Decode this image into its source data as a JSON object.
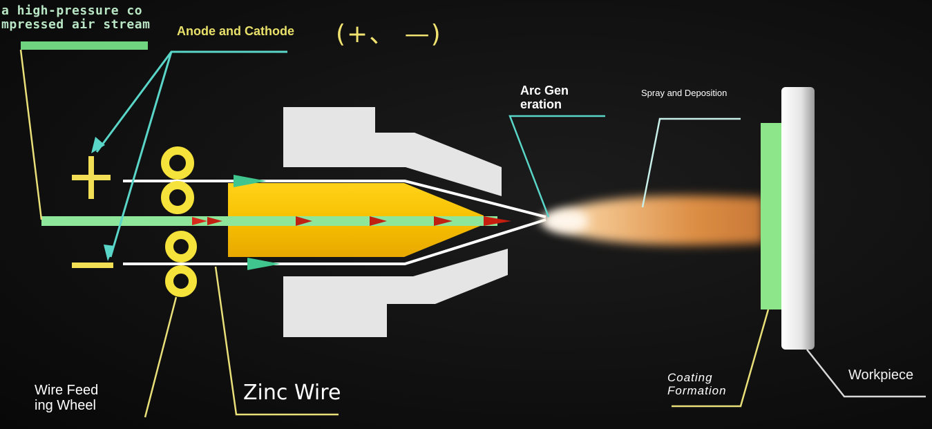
{
  "labels": {
    "air_stream": [
      "a high-pressure co",
      "mpressed air stream"
    ],
    "anode_cathode": "Anode and Cathode",
    "polarity": "(+、 —)",
    "arc_generation": [
      "Arc Gen",
      "eration"
    ],
    "spray_deposition": "Spray and Deposition",
    "wire_feeding_wheel": [
      "Wire Feed",
      "ing Wheel"
    ],
    "zinc_wire": "Zinc Wire",
    "coating_formation": [
      "Coating",
      "Formation"
    ],
    "workpiece": "Workpiece"
  },
  "symbols": {
    "plus": "+",
    "minus": "−"
  },
  "colors": {
    "air_stream": "#8ee69a",
    "leader_cyan": "#5ad6c8",
    "leader_yellow": "#e9e07a",
    "gun_body": "#e6e6e6",
    "core": "#f5c000",
    "wire": "#ffffff",
    "spray": "#f0a050",
    "coating": "#8ee68a",
    "workpiece": "#dcdcdc"
  }
}
